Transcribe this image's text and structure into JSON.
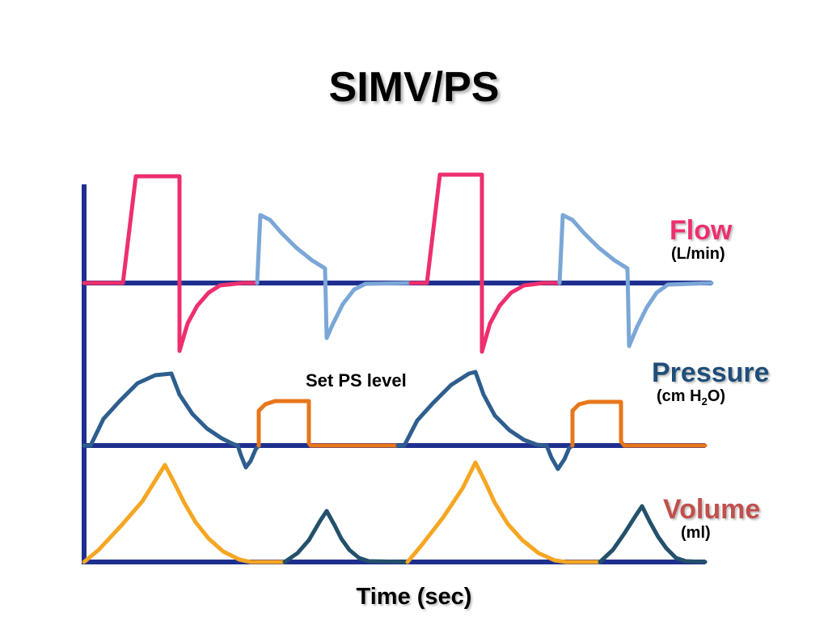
{
  "title": "SIMV/PS",
  "annotation": {
    "set_ps_level": "Set PS level"
  },
  "axis": {
    "x_label": "Time (sec)"
  },
  "labels": {
    "flow": {
      "name": "Flow",
      "unit": "(L/min)",
      "color": "#EE2F6E"
    },
    "pressure": {
      "name": "Pressure",
      "unit_pre": "(cm H",
      "unit_sub": "2",
      "unit_post": "O)",
      "color": "#1F4E79"
    },
    "volume": {
      "name": "Volume",
      "unit": "(ml)",
      "color": "#C0504D"
    }
  },
  "colors": {
    "axis": "#1F2F8F",
    "mandatory_flow": "#EE2F6E",
    "spontaneous_flow": "#7BA7D7",
    "mandatory_pressure": "#2E5E8E",
    "ps_pressure": "#E8761B",
    "mandatory_volume": "#F5A623",
    "spontaneous_volume": "#24506B"
  },
  "chart_data": {
    "type": "line",
    "title": "SIMV/PS",
    "xlabel": "Time (sec)",
    "description": "Ventilator waveform diagram showing flow, pressure and volume tracings for SIMV with pressure support",
    "panels": [
      {
        "name": "Flow",
        "units": "L/min",
        "baseline": "zero flow line",
        "breaths": [
          "mandatory",
          "spontaneous",
          "mandatory",
          "spontaneous"
        ]
      },
      {
        "name": "Pressure",
        "units": "cm H2O",
        "baseline": "zero pressure line",
        "breaths": [
          "mandatory",
          "pressure-support",
          "mandatory",
          "pressure-support"
        ],
        "annotation": "Set PS level"
      },
      {
        "name": "Volume",
        "units": "ml",
        "baseline": "zero volume line",
        "breaths": [
          "mandatory",
          "spontaneous",
          "mandatory",
          "spontaneous"
        ]
      }
    ]
  }
}
